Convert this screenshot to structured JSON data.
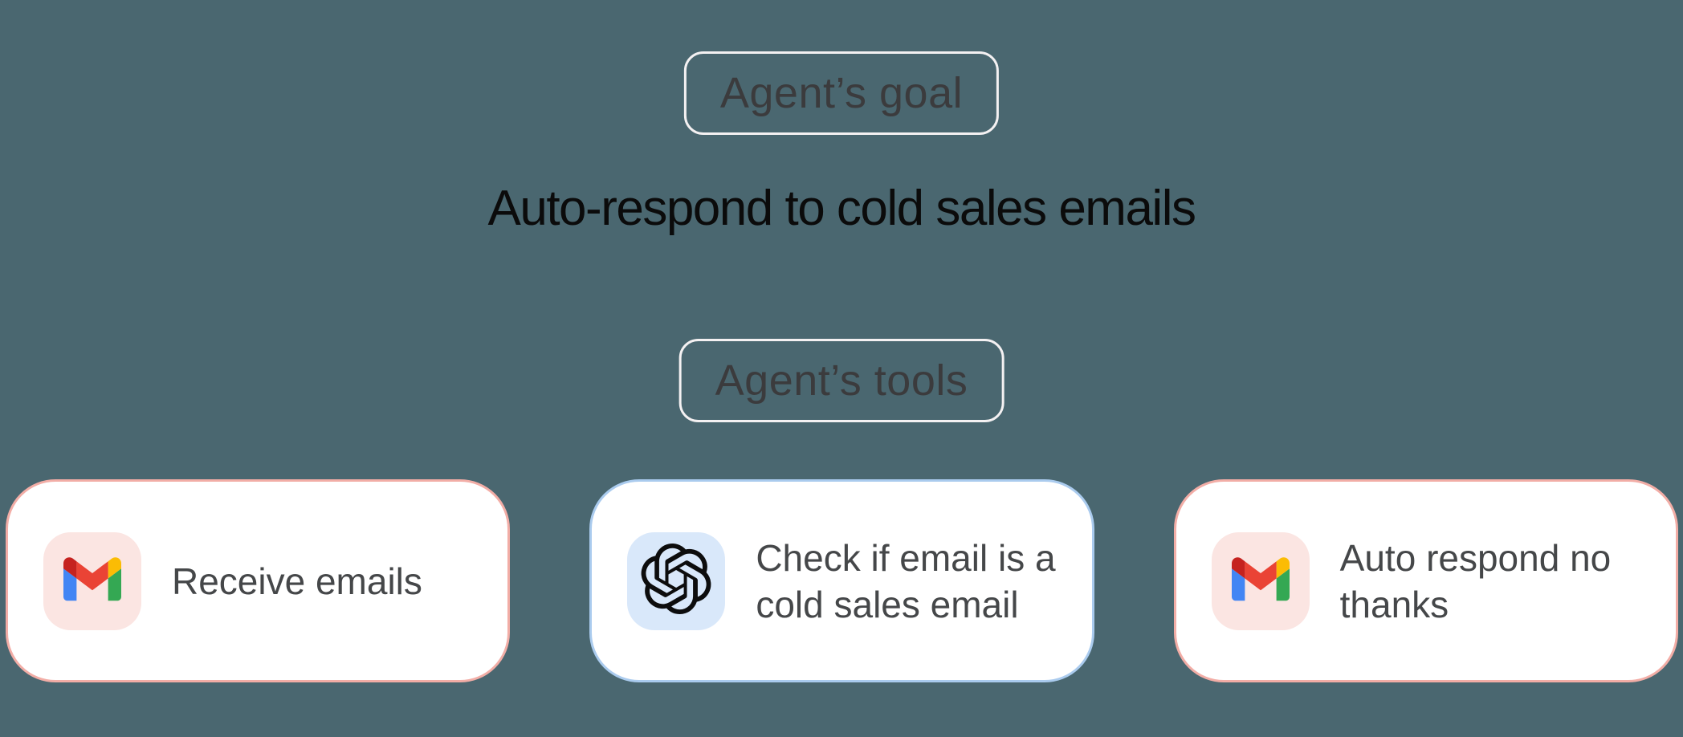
{
  "page": {
    "background_color": "#4a6770"
  },
  "goal": {
    "badge_label": "Agent’s goal",
    "title": "Auto-respond to cold sales emails"
  },
  "tools": {
    "badge_label": "Agent’s tools",
    "cards": [
      {
        "app": "Gmail",
        "label": "Receive emails",
        "border_color": "#f2ada6",
        "icon_bg": "#fbe5e2"
      },
      {
        "app": "OpenAI",
        "label": "Check if email is a cold sales email",
        "border_color": "#aacbee",
        "icon_bg": "#d9e8fa"
      },
      {
        "app": "Gmail",
        "label": "Auto respond no thanks",
        "border_color": "#f2ada6",
        "icon_bg": "#fbe5e2"
      }
    ]
  },
  "colors": {
    "badge_border": "#f4f1f2",
    "badge_text": "#3b3b3d",
    "title_text": "#0b0b0b",
    "card_background": "#ffffff",
    "card_text": "#454749",
    "gmail_blue": "#4285f4",
    "gmail_red": "#ea4335",
    "gmail_dark_red": "#c5221f",
    "gmail_yellow": "#fbbc04",
    "gmail_green": "#34a853",
    "openai_logo": "#0d0d0d"
  }
}
